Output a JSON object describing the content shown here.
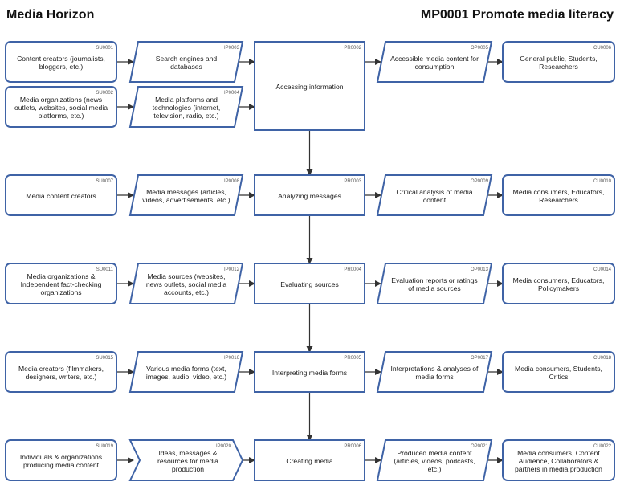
{
  "header": {
    "left_title": "Media Horizon",
    "right_title": "MP0001 Promote media literacy"
  },
  "colors": {
    "stroke": "#3f63a6",
    "fill": "#ffffff",
    "arrow": "#333333"
  },
  "rows": [
    {
      "supplier": {
        "code": "SU0001",
        "lines": [
          "Content creators (journalists,",
          "bloggers, etc.)"
        ]
      },
      "supplier2": {
        "code": "SU0002",
        "lines": [
          "Media organizations (news",
          "outlets, websites, social media",
          "platforms, etc.)"
        ]
      },
      "input": {
        "code": "IP0003",
        "lines": [
          "Search engines and",
          "databases"
        ]
      },
      "input2": {
        "code": "IP0004",
        "lines": [
          "Media platforms and",
          "technologies (internet,",
          "television, radio, etc.)"
        ]
      },
      "process": {
        "code": "PR0002",
        "lines": [
          "Accessing information"
        ]
      },
      "output": {
        "code": "OP0005",
        "lines": [
          "Accessible media content for",
          "consumption"
        ]
      },
      "customer": {
        "code": "CU0006",
        "lines": [
          "General public, Students,",
          "Researchers"
        ]
      }
    },
    {
      "supplier": {
        "code": "SU0007",
        "lines": [
          "Media content creators"
        ]
      },
      "input": {
        "code": "IP0008",
        "lines": [
          "Media messages (articles,",
          "videos, advertisements, etc.)"
        ]
      },
      "process": {
        "code": "PR0003",
        "lines": [
          "Analyzing messages"
        ]
      },
      "output": {
        "code": "OP0009",
        "lines": [
          "Critical analysis of media",
          "content"
        ]
      },
      "customer": {
        "code": "CU0010",
        "lines": [
          "Media consumers, Educators,",
          "Researchers"
        ]
      }
    },
    {
      "supplier": {
        "code": "SU0011",
        "lines": [
          "Media organizations &",
          "Independent fact-checking",
          "organizations"
        ]
      },
      "input": {
        "code": "IP0012",
        "lines": [
          "Media sources (websites,",
          "news outlets, social media",
          "accounts, etc.)"
        ]
      },
      "process": {
        "code": "PR0004",
        "lines": [
          "Evaluating sources"
        ]
      },
      "output": {
        "code": "OP0013",
        "lines": [
          "Evaluation reports or ratings",
          "of media sources"
        ]
      },
      "customer": {
        "code": "CU0014",
        "lines": [
          "Media consumers, Educators,",
          "Policymakers"
        ]
      }
    },
    {
      "supplier": {
        "code": "SU0015",
        "lines": [
          "Media creators (filmmakers,",
          "designers, writers, etc.)"
        ]
      },
      "input": {
        "code": "IP0016",
        "lines": [
          "Various media forms (text,",
          "images, audio, video, etc.)"
        ]
      },
      "process": {
        "code": "PR0005",
        "lines": [
          "Interpreting media forms"
        ]
      },
      "output": {
        "code": "OP0017",
        "lines": [
          "Interpretations & analyses of",
          "media forms"
        ]
      },
      "customer": {
        "code": "CU0018",
        "lines": [
          "Media consumers, Students,",
          "Critics"
        ]
      }
    },
    {
      "supplier": {
        "code": "SU0019",
        "lines": [
          "Individuals & organizations",
          "producing media content"
        ]
      },
      "input": {
        "code": "IP0020",
        "lines": [
          "Ideas, messages &",
          "resources for media",
          "production"
        ]
      },
      "process": {
        "code": "PR0006",
        "lines": [
          "Creating media"
        ]
      },
      "output": {
        "code": "OP0021",
        "lines": [
          "Produced media content",
          "(articles, videos, podcasts,",
          "etc.)"
        ]
      },
      "customer": {
        "code": "CU0022",
        "lines": [
          "Media consumers, Content",
          "Audience, Collaborators &",
          "partners in media production"
        ]
      }
    }
  ]
}
